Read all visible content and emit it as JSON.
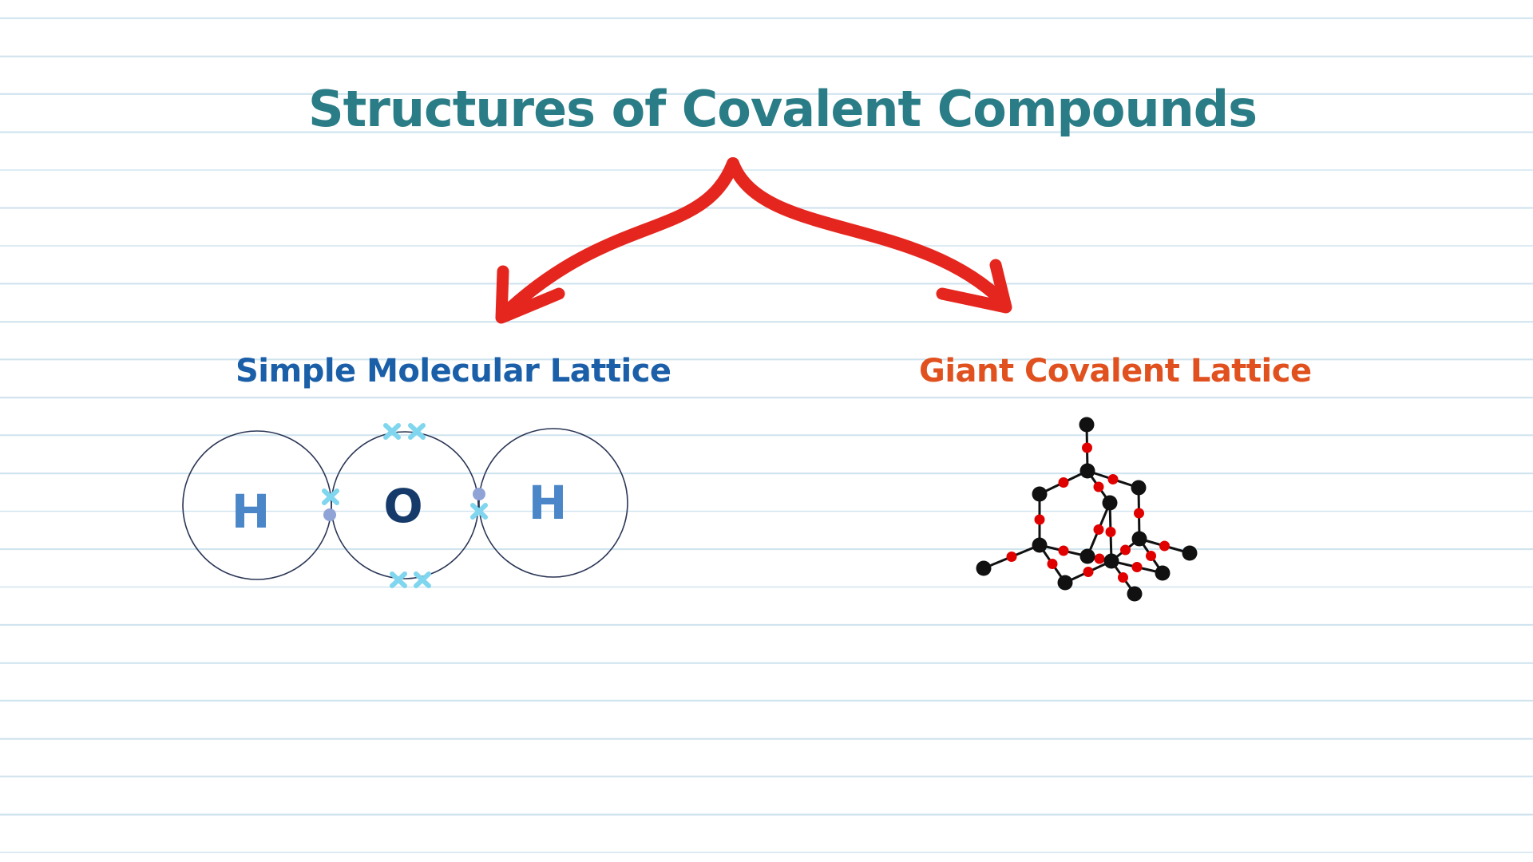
{
  "title": "Structures of Covalent Compounds",
  "branches": {
    "left": {
      "label": "Simple Molecular Lattice"
    },
    "right": {
      "label": "Giant Covalent Lattice"
    }
  },
  "molecule": {
    "atoms": [
      "H",
      "O",
      "H"
    ]
  },
  "colors": {
    "title": "#2a7d86",
    "left_label": "#1a5fa8",
    "right_label": "#e0511f",
    "arrow": "#e5261e",
    "shell": "#2a3555",
    "h_label": "#4a86c8",
    "o_label": "#163a6a",
    "cross": "#7fd6ee",
    "dot": "#8fa3d6",
    "lattice_atom": "#111111",
    "lattice_center": "#e00000"
  }
}
